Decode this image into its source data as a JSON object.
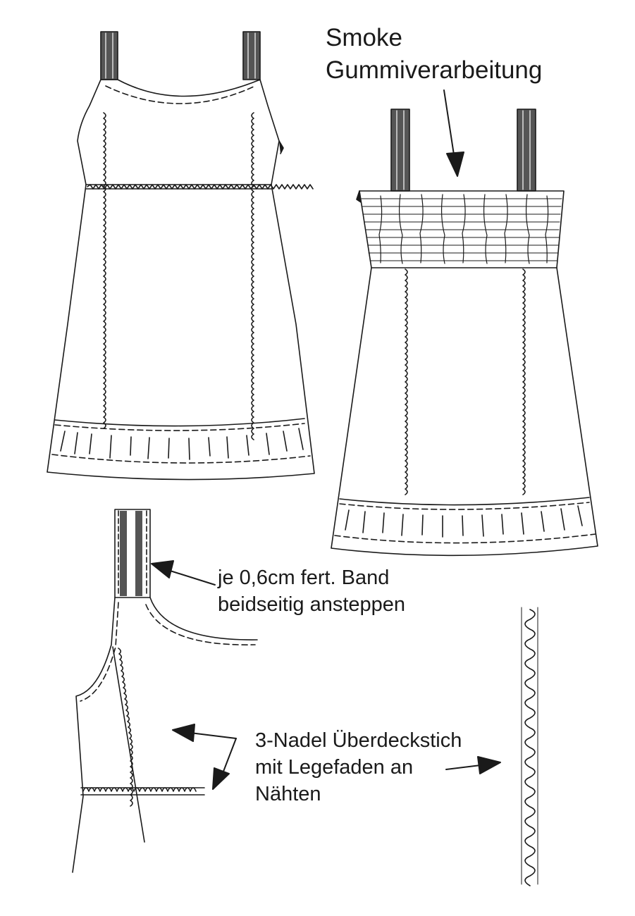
{
  "labels": {
    "smoke_line1": "Smoke",
    "smoke_line2": "Gummiverarbeitung",
    "band_line1": "je 0,6cm fert. Band",
    "band_line2": "beidseitig ansteppen",
    "stitch_line1": "3-Nadel Überdeckstich",
    "stitch_line2": "mit Legefaden an",
    "stitch_line3": "Nähten"
  },
  "colors": {
    "ink": "#1a1a1a",
    "strap_dark": "#555555",
    "background": "#ffffff"
  }
}
